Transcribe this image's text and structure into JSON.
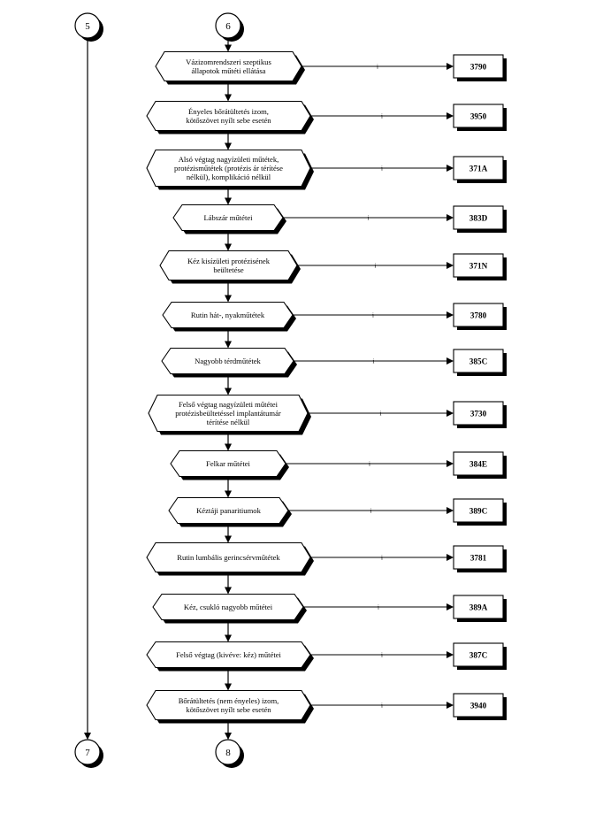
{
  "connectors": {
    "top_left": "5",
    "top_right": "6",
    "bottom_left": "7",
    "bottom_right": "8"
  },
  "steps": [
    {
      "label": [
        "Vázizomrendszeri szeptikus",
        "állapotok műtéti ellátása"
      ],
      "code": "3790"
    },
    {
      "label": [
        "Ényeles bőrátültetés izom,",
        "kötőszövet nyílt sebe esetén"
      ],
      "code": "3950"
    },
    {
      "label": [
        "Alsó végtag nagyízületi  műtétek,",
        "protézisműtétek (protézis ár térítése",
        "nélkül), komplikáció nélkül"
      ],
      "code": "371A"
    },
    {
      "label": [
        "Lábszár műtétei"
      ],
      "code": "383D"
    },
    {
      "label": [
        "Kéz kisízületi protézisének",
        "beültetése"
      ],
      "code": "371N"
    },
    {
      "label": [
        "Rutin hát-, nyakműtétek"
      ],
      "code": "3780"
    },
    {
      "label": [
        "Nagyobb térdműtétek"
      ],
      "code": "385C"
    },
    {
      "label": [
        "Felső végtag nagyízületi műtétei",
        "protézisbeültetéssel implantátumár",
        "térítése nélkül"
      ],
      "code": "3730"
    },
    {
      "label": [
        "Felkar műtétei"
      ],
      "code": "384E"
    },
    {
      "label": [
        "Kéztáji panaritiumok"
      ],
      "code": "389C"
    },
    {
      "label": [
        "Rutin lumbális gerincsérvműtétek"
      ],
      "code": "3781"
    },
    {
      "label": [
        "Kéz, csukló nagyobb műtétei"
      ],
      "code": "389A"
    },
    {
      "label": [
        "Felső végtag (kivéve: kéz) műtétei"
      ],
      "code": "387C"
    },
    {
      "label": [
        "Bőrátültetés (nem ényeles) izom,",
        "kötőszövet nyílt sebe esetén"
      ],
      "code": "3940"
    }
  ],
  "branch_marker": "i",
  "colors": {
    "line": "#000000",
    "fill": "#ffffff",
    "shadow": "#000000"
  }
}
